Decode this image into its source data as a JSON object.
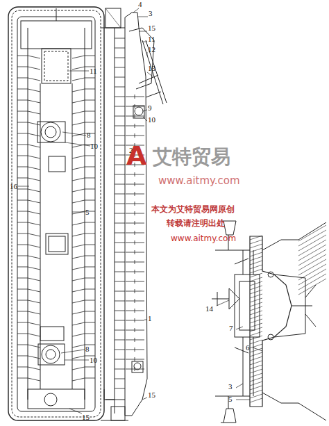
{
  "diagram": {
    "labels": [
      "4",
      "3",
      "15",
      "11",
      "12",
      "13",
      "9",
      "10",
      "11",
      "8",
      "10",
      "2",
      "16",
      "5",
      "1",
      "8",
      "10",
      "15",
      "15",
      "14",
      "7",
      "6",
      "3",
      "5",
      "A",
      "艾特贸易",
      "www.aitmy.com",
      "本文为艾特贸易网原创",
      "转载请注明出处",
      "www.aitmy.com"
    ]
  }
}
